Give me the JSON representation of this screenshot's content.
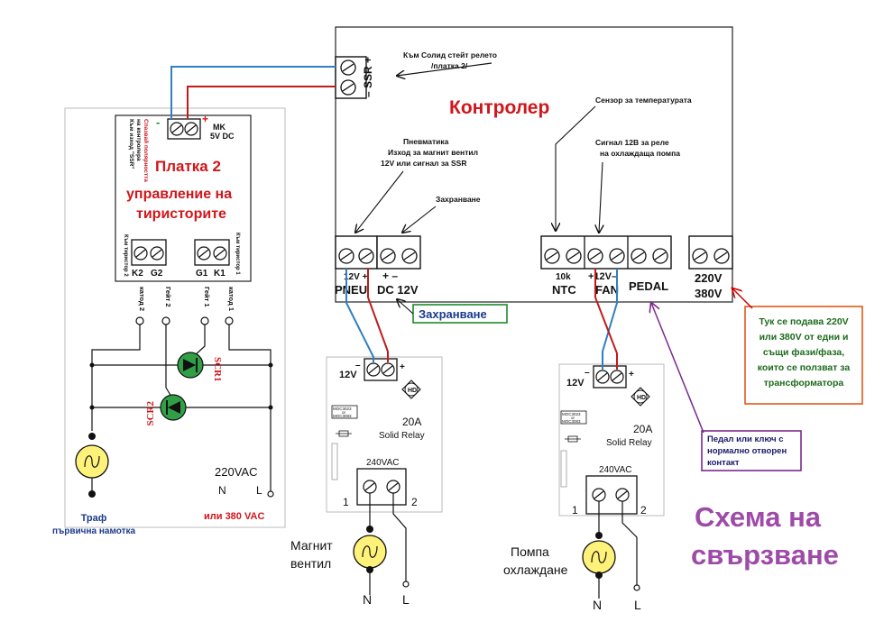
{
  "colors": {
    "red_text": "#d0161b",
    "purple_text": "#9e4aa8",
    "green_frame": "#1c8c2c",
    "orange_frame": "#e0591a",
    "wire_blue": "#2f7fc1",
    "wire_red": "#c01a1a",
    "lamp_yellow": "#fff27a",
    "note_red_arrow": "#d00000",
    "purple_arrow": "#7a2a8e"
  },
  "controller": {
    "title": "Контролер",
    "ssr_label": "– SSR +",
    "ssr_note_line1": "Към Солид стейт релето",
    "ssr_note_line2": "/платка 2/",
    "sensor_note": "Сензор за температурата",
    "pneu_note_line1": "Пневматика",
    "pneu_note_line2": "Изход за магнит вентил",
    "pneu_note_line3": "12V  или сигнал за SSR",
    "supply_note": "Захранване",
    "fan_note_line1": "Сигнал 12В за реле",
    "fan_note_line2": "на охлаждаща помпа",
    "pneu_polarity": "12V +",
    "pneu_label": "PNEU",
    "dc_polarity": "+   –",
    "dc_label": "DC  12V",
    "ntc_value": "10k",
    "ntc_label": "NTC",
    "fan_polarity": "+12V–",
    "fan_label": "FAN",
    "pedal_label": "PEDAL",
    "v220": "220V",
    "v380": "380V"
  },
  "board2": {
    "minus": "-",
    "plus": "+",
    "mk_line1": "MK",
    "mk_line2": "5V DC",
    "vertical_note_line1": "Към изход \"SSR\"",
    "vertical_note_line2": "на контролера",
    "vertical_note_line3": "Спазвай полярността",
    "title_line1": "Платка  2",
    "title_line2": "управление на",
    "title_line3": "тиристорите",
    "k2": "K2",
    "g2": "G2",
    "g1": "G1",
    "k1": "K1",
    "thyr2": "Към тиристор 2",
    "thyr1": "Към тиристор 1",
    "cathode2": "катод 2",
    "gate2": "Гейт 2",
    "gate1": "Гейт 1",
    "cathode1": "катод 1",
    "scr1": "SCR1",
    "scr2": "SCR2",
    "vac": "220VAC",
    "n": "N",
    "l": "L",
    "or380": "или 380 VAC",
    "traf_line1": "Траф",
    "traf_line2": "първична намотка"
  },
  "supply_callout": "Захранване",
  "relay1": {
    "v12": "12V",
    "minus": "–",
    "plus": "+",
    "moc_line1": "MOC3023",
    "moc_line2": "or",
    "moc_line3": "MOC3083",
    "amp": "20A",
    "name": "Solid Relay",
    "logo": "HD",
    "vac": "240VAC",
    "t1": "1",
    "t2": "2",
    "load_line1": "Магнит",
    "load_line2": "вентил",
    "n": "N",
    "l": "L"
  },
  "relay2": {
    "v12": "12V",
    "minus": "–",
    "plus": "+",
    "moc_line1": "MOC3023",
    "moc_line2": "or",
    "moc_line3": "MOC3083",
    "amp": "20A",
    "name": "Solid Relay",
    "logo": "HD",
    "vac": "240VAC",
    "t1": "1",
    "t2": "2",
    "load_line1": "Помпа",
    "load_line2": "охлаждане",
    "n": "N",
    "l": "L"
  },
  "note_power": {
    "line1": "Тук се подава 220V",
    "line2": "или 380V от едни и",
    "line3": "същи фази/фаза,",
    "line4": "които се ползват за",
    "line5": "трансформатора"
  },
  "note_pedal": {
    "line1": "Педал или ключ с",
    "line2": "нормално отворен",
    "line3": "контакт"
  },
  "scheme_title_line1": "Схема на",
  "scheme_title_line2": "свързване"
}
